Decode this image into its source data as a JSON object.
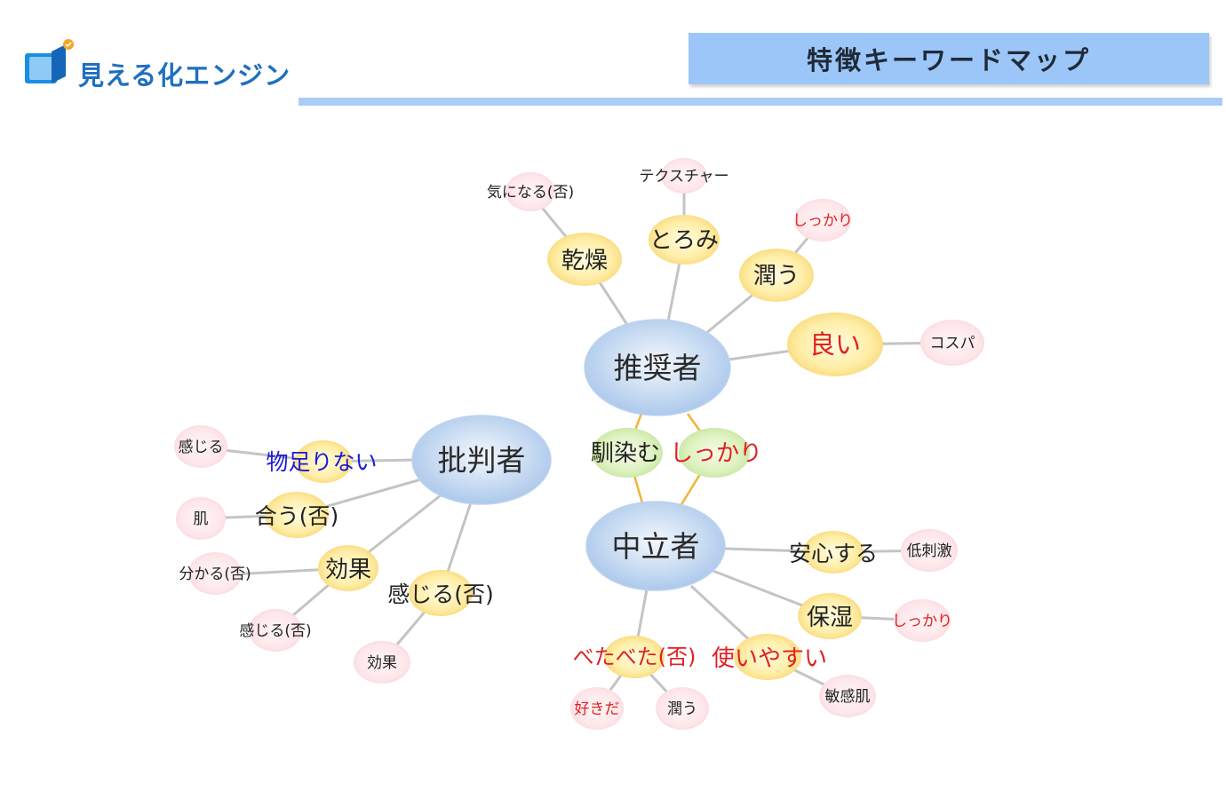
{
  "header": {
    "brand": "見える化エンジン",
    "title": "特徴キーワードマップ"
  },
  "colors": {
    "title_bar": "#9cc6f7",
    "header_rule": "#a9cdf7",
    "brand_text": "#1f6fc0",
    "text_default": "#222222",
    "text_red": "#e02020",
    "text_blue": "#1a1ad6",
    "edge_gray": "#c4c4c4",
    "edge_orange": "#f0b43a"
  },
  "keyword_map": {
    "hubs": [
      "推奨者",
      "批判者",
      "中立者"
    ],
    "keywords": [
      "乾燥",
      "とろみ",
      "潤う",
      "良い",
      "馴染む",
      "しっかり",
      "物足りない",
      "合う(否)",
      "効果",
      "感じる(否)",
      "安心する",
      "保湿",
      "使いやすい",
      "べたべた(否)"
    ],
    "sub_keywords": [
      "気になる(否)",
      "テクスチャー",
      "しっかり",
      "コスパ",
      "感じる",
      "肌",
      "分かる(否)",
      "感じる(否)",
      "効果",
      "低刺激",
      "しっかり",
      "敏感肌",
      "好きだ",
      "潤う"
    ]
  }
}
